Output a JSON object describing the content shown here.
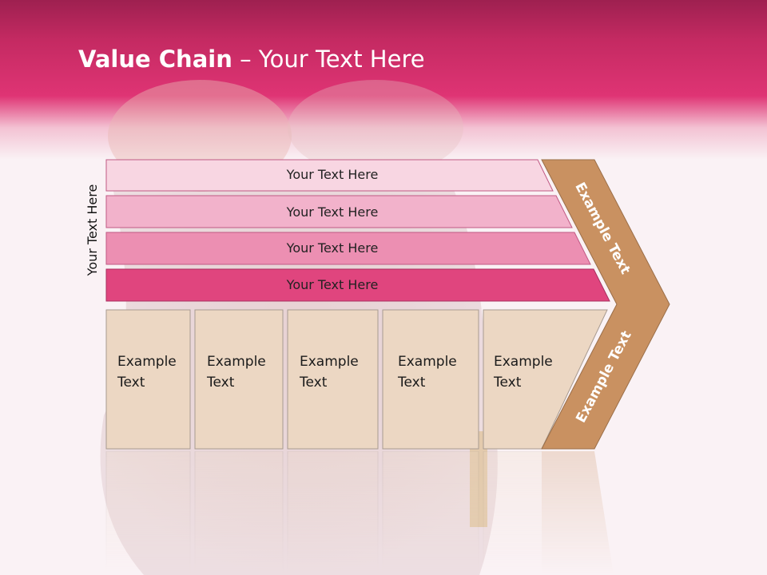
{
  "title": {
    "bold": "Value Chain",
    "rest": " – Your Text Here"
  },
  "side_label": "Your Text Here",
  "support_activities": [
    "Your Text Here",
    "Your Text Here",
    "Your Text Here",
    "Your Text Here"
  ],
  "primary_activities": [
    "Example\nText",
    "Example\nText",
    "Example\nText",
    "Example\nText",
    "Example\nText"
  ],
  "margin_labels": {
    "upper": "Example Text",
    "lower": "Example Text"
  },
  "colors": {
    "band1": "#f8d6e2",
    "band2": "#f2b2cb",
    "band3": "#ec8fb2",
    "band4": "#e0457e",
    "box": "#ecd7c3",
    "chevron": "#c99161",
    "header": "#df3474"
  }
}
